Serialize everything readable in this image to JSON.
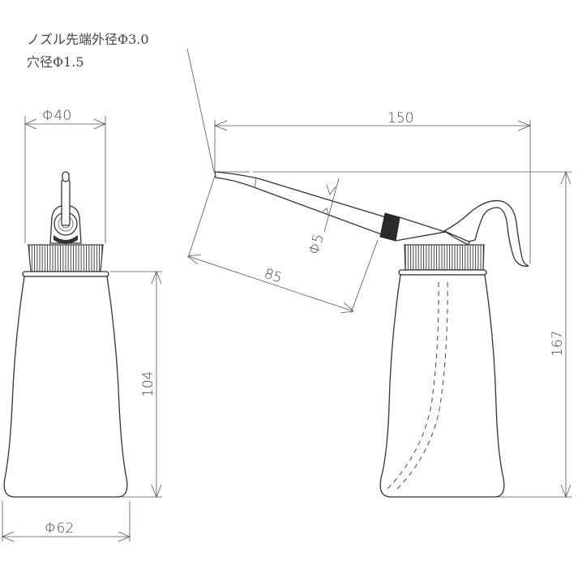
{
  "notes": {
    "nozzle_tip": "ノズル先端外径Φ3.0",
    "hole": "穴径Φ1.5"
  },
  "dimensions": {
    "cap_diameter": "Φ40",
    "body_diameter": "Φ62",
    "body_height": "104",
    "total_width": "150",
    "total_height": "167",
    "nozzle_length": "85",
    "nozzle_diameter": "Φ5"
  },
  "views": {
    "front": "front-view-bottle",
    "side": "side-view-bottle-with-nozzle"
  },
  "colors": {
    "line": "#444444",
    "nozzle_band": "#2a2a2a",
    "background": "#ffffff"
  }
}
